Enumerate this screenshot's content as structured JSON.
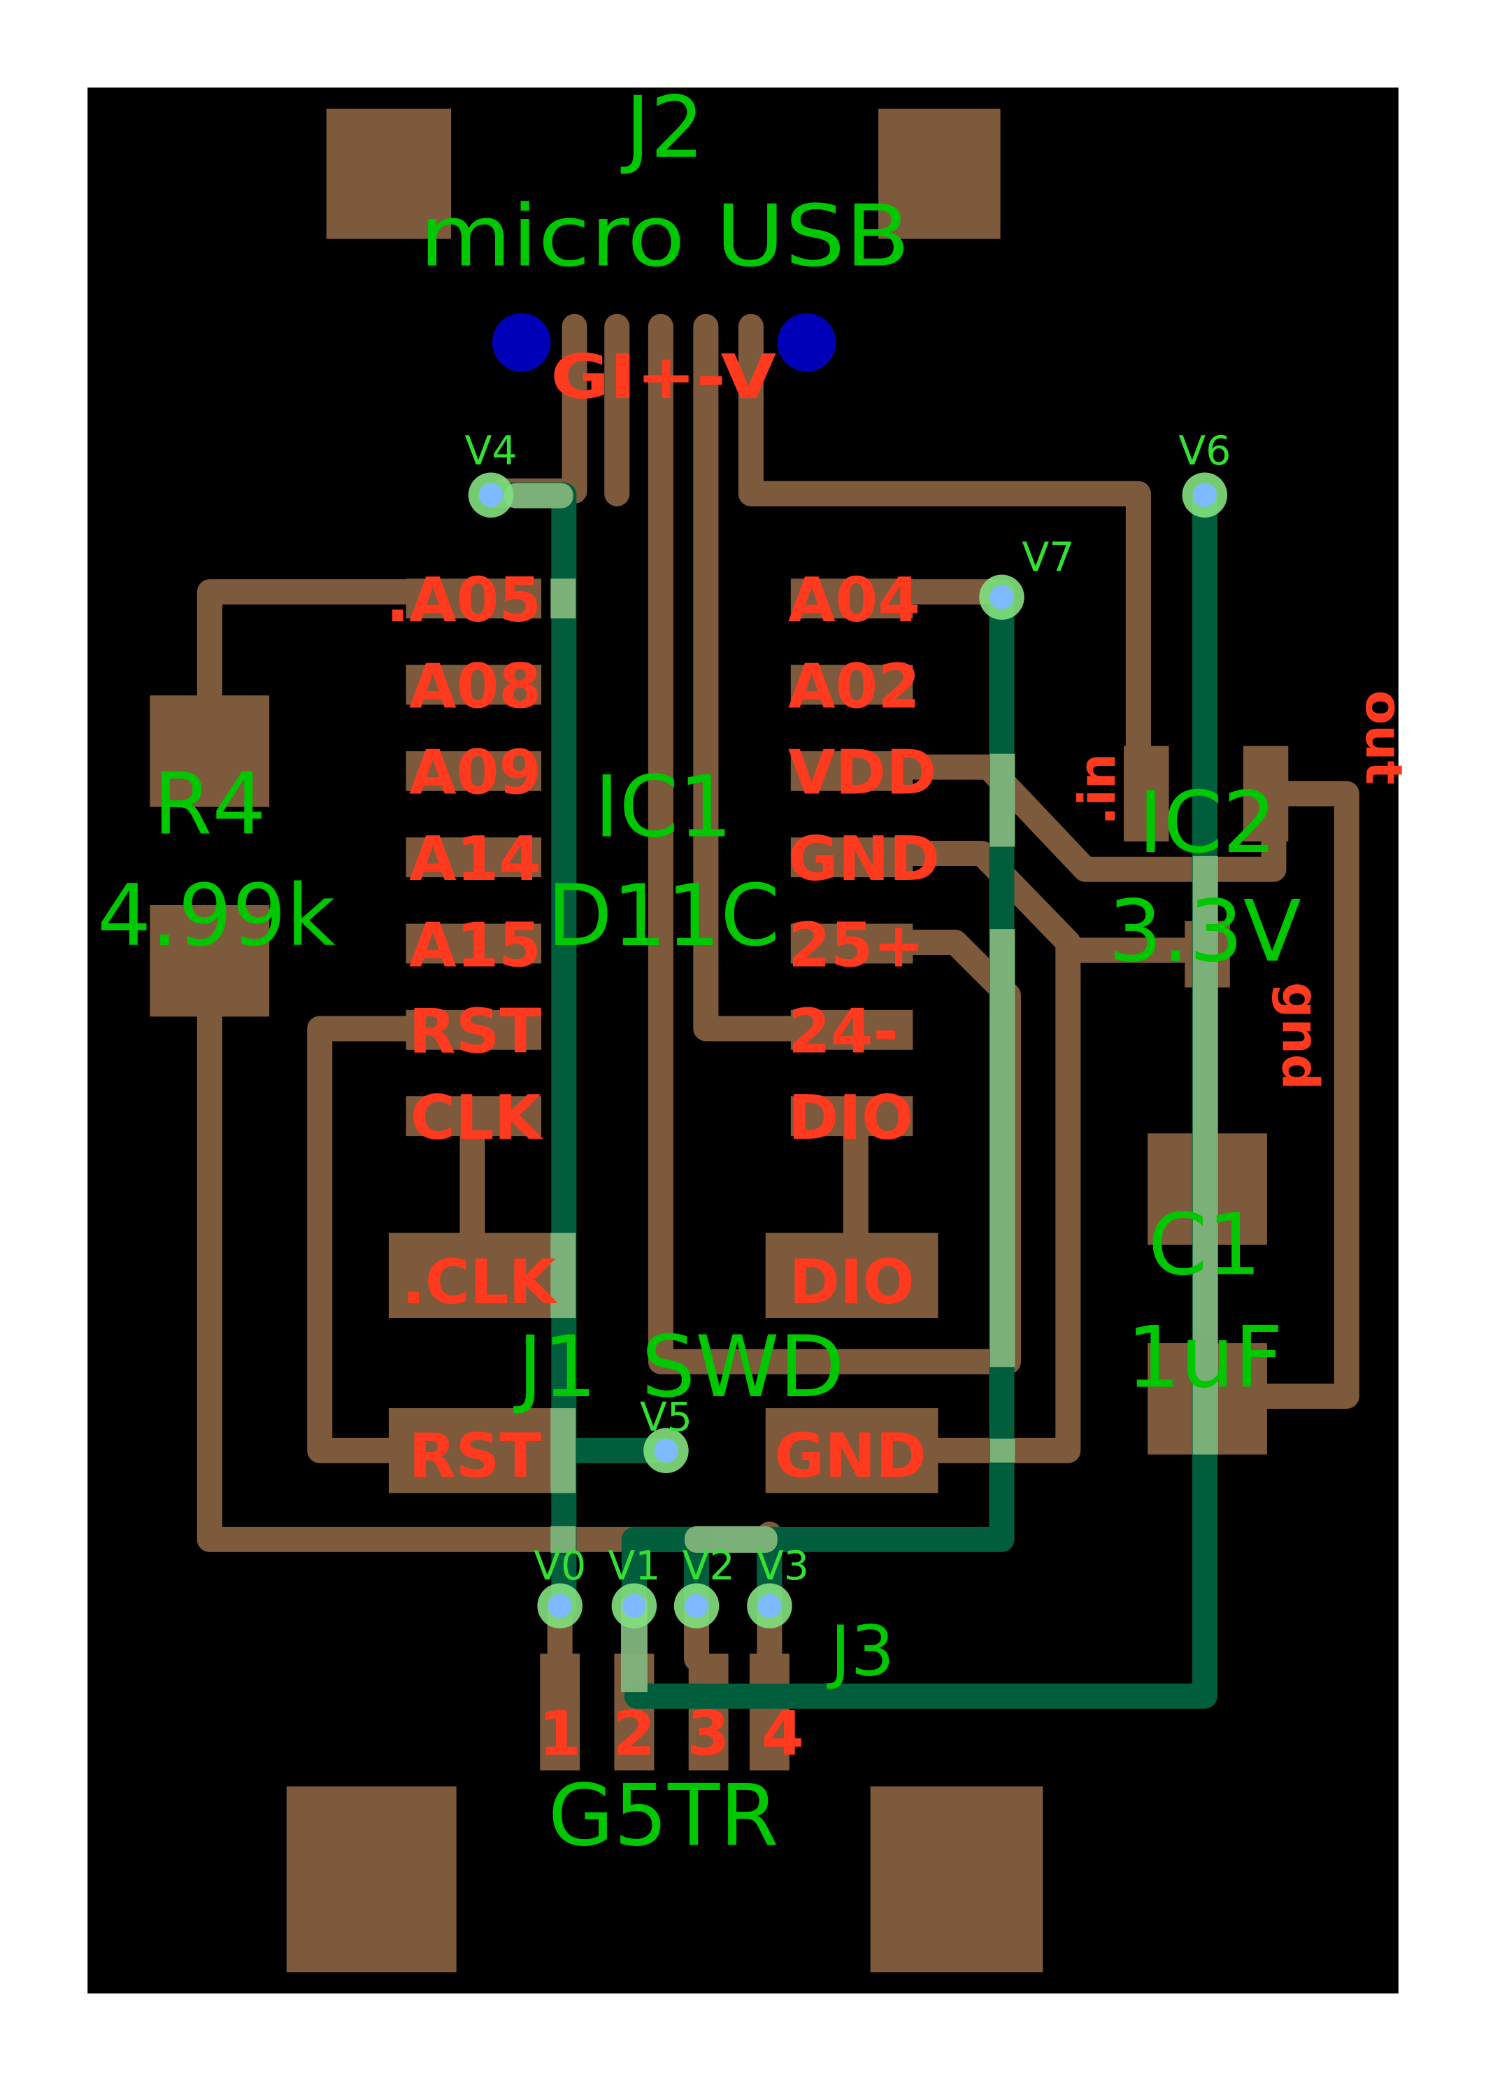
{
  "colors": {
    "background": "#ffffff",
    "board": "#000000",
    "copper_top": "#7d5a3c",
    "copper_bottom": "#005e3c",
    "overlap": "#82b47c",
    "silkscreen": "#00c000",
    "pad_label": "#e00000",
    "via": "#7fb9ff",
    "via_ring": "#7ef27e",
    "hole": "#0000b8"
  },
  "components": {
    "j2": {
      "ref": "J2",
      "value": "micro USB",
      "pin_labels": "GI+-V"
    },
    "ic1": {
      "ref": "IC1",
      "value": "D11C",
      "left_pins": [
        ".A05",
        "A08",
        "A09",
        "A14",
        "A15",
        "RST",
        "CLK"
      ],
      "right_pins": [
        "A04",
        "A02",
        "VDD",
        "GND",
        "25+",
        "24-",
        "DIO"
      ]
    },
    "r4": {
      "ref": "R4",
      "value": "4.99k"
    },
    "ic2": {
      "ref": "IC2",
      "value": "3.3V",
      "pin_in": ".in",
      "pin_out": "out",
      "pin_gnd": "gnd"
    },
    "c1": {
      "ref": "C1",
      "value": "1uF"
    },
    "j1": {
      "ref": "J1",
      "value": "SWD",
      "pads": [
        ".CLK",
        "DIO",
        "RST",
        "GND"
      ]
    },
    "j3": {
      "ref": "J3",
      "value": "G5TR",
      "pins": [
        "1",
        "2",
        "3",
        "4"
      ]
    }
  },
  "vias": [
    "V0",
    "V1",
    "V2",
    "V3",
    "V4",
    "V5",
    "V6",
    "V7"
  ]
}
